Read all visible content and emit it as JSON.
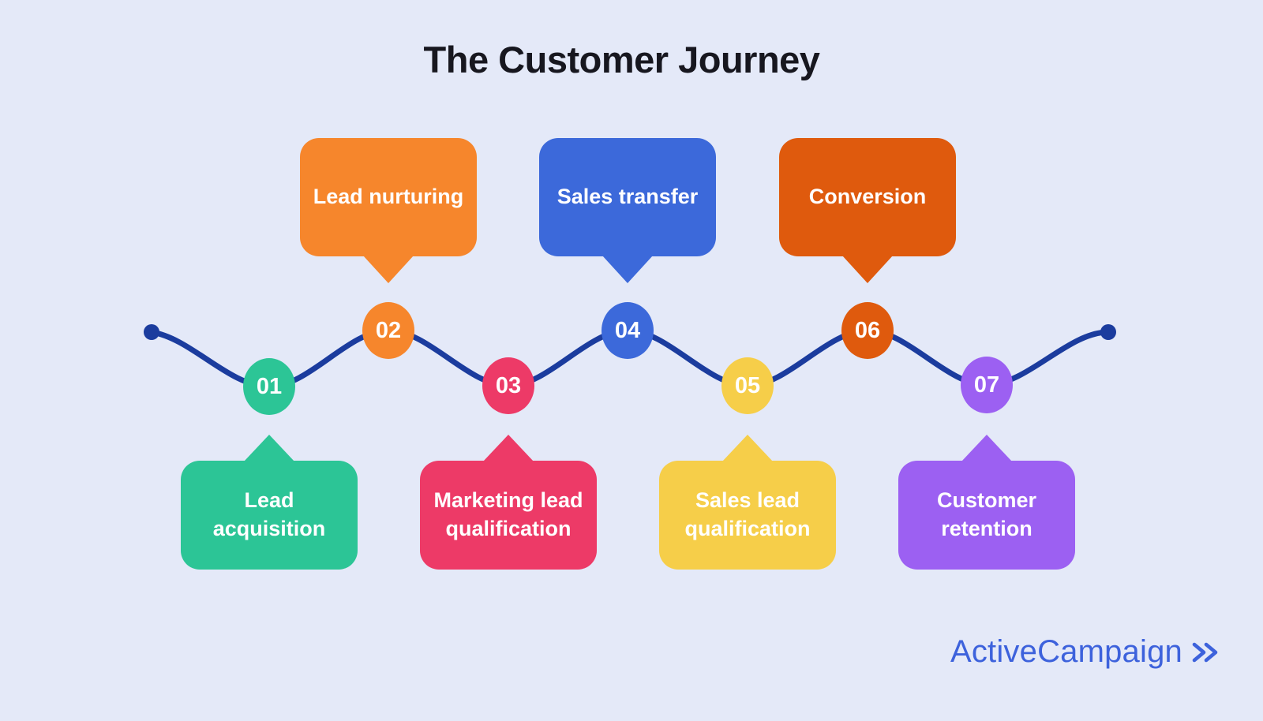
{
  "title": "The Customer Journey",
  "colors": {
    "background": "#E4E9F8",
    "title": "#17171F",
    "wave": "#1B3C9E",
    "brand": "#3D62DC"
  },
  "steps": [
    {
      "number": "01",
      "label": "Lead acquisition",
      "color": "#2CC596",
      "bubble_position": "bottom"
    },
    {
      "number": "02",
      "label": "Lead nurturing",
      "color": "#F6862C",
      "bubble_position": "top"
    },
    {
      "number": "03",
      "label": "Marketing lead qualification",
      "color": "#ED3A67",
      "bubble_position": "bottom"
    },
    {
      "number": "04",
      "label": "Sales transfer",
      "color": "#3C69DA",
      "bubble_position": "top"
    },
    {
      "number": "05",
      "label": "Sales lead qualification",
      "color": "#F6CE49",
      "bubble_position": "bottom"
    },
    {
      "number": "06",
      "label": "Conversion",
      "color": "#DF5A0D",
      "bubble_position": "top"
    },
    {
      "number": "07",
      "label": "Customer retention",
      "color": "#9C60F2",
      "bubble_position": "bottom"
    }
  ],
  "brand": {
    "name": "ActiveCampaign",
    "mark_icon": "double-chevron"
  }
}
